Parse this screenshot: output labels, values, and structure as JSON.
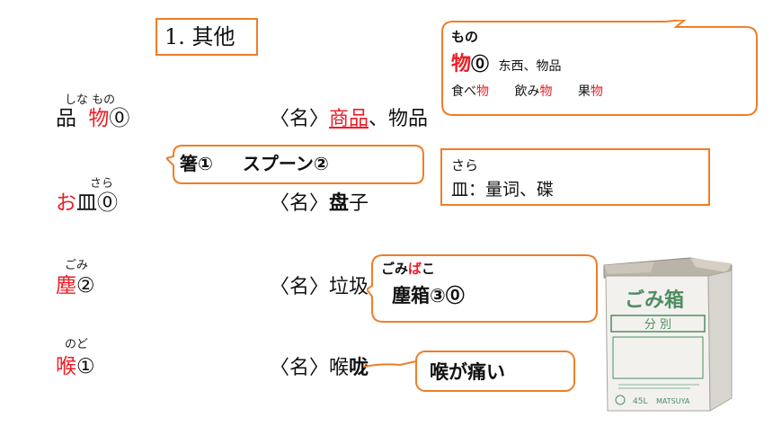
{
  "title": "1. 其他",
  "entries": [
    {
      "ruby": "しな もの",
      "head_a": "品",
      "head_b": "物",
      "accent": "⓪",
      "pos": "〈名〉",
      "def_a": "商品",
      "def_b": "、物品"
    },
    {
      "ruby": "さら",
      "head_a": "お",
      "head_b": "皿",
      "accent": "⓪",
      "pos": "〈名〉",
      "def_a": "盘",
      "def_b": "子"
    },
    {
      "ruby": "ごみ",
      "head_a": "塵",
      "accent": "②",
      "pos": "〈名〉",
      "def_a": "垃圾"
    },
    {
      "ruby": "のど",
      "head_a": "喉",
      "accent": "①",
      "pos": "〈名〉",
      "def_a": "喉",
      "def_b": "咙"
    }
  ],
  "callouts": {
    "mono": {
      "reading": "もの",
      "kanji": "物",
      "accent": "⓪",
      "meaning": "东西、物品",
      "ex1_a": "食べ",
      "ex1_b": "物",
      "ex2_a": "飲み",
      "ex2_b": "物",
      "ex3_a": "果",
      "ex3_b": "物"
    },
    "utensils": {
      "chopsticks": "箸①",
      "spoon": "スプーン②"
    },
    "sara": {
      "reading": "さら",
      "meaning": "皿：量词、碟"
    },
    "gomibako": {
      "reading_a": "ごみ",
      "reading_b": "ば",
      "reading_c": "こ",
      "word": "塵箱③⓪"
    },
    "nodo": {
      "phrase": "喉が痛い"
    }
  },
  "image": {
    "label_main": "ごみ箱",
    "label_sub": "分 別",
    "capacity": "45L",
    "brand": "MATSUYA"
  },
  "colors": {
    "accent_red": "#ee1c24",
    "border_orange": "#f07e26"
  }
}
